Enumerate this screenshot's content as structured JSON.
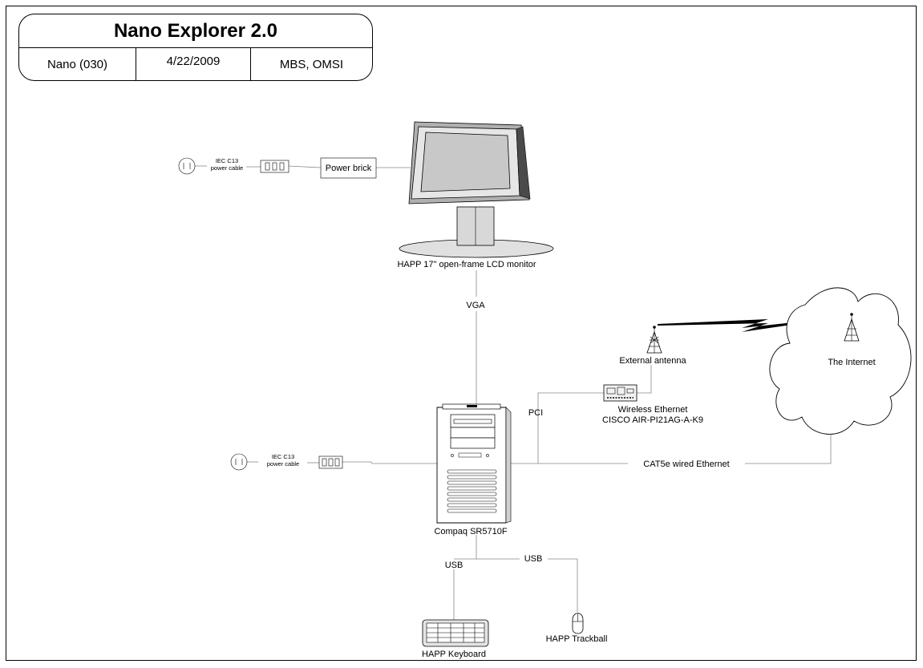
{
  "title_block": {
    "title": "Nano Explorer 2.0",
    "code": "Nano (030)",
    "date": "4/22/2009",
    "author": "MBS, OMSI"
  },
  "nodes": {
    "power_cable_top": {
      "line1": "IEC C13",
      "line2": "power cable"
    },
    "power_brick": "Power brick",
    "monitor": "HAPP 17\" open-frame LCD monitor",
    "external_antenna": "External antenna",
    "internet": "The Internet",
    "wireless_line1": "Wireless Ethernet",
    "wireless_line2": "CISCO AIR-PI21AG-A-K9",
    "power_cable_bottom": {
      "line1": "IEC C13",
      "line2": "power cable"
    },
    "computer": "Compaq SR5710F",
    "keyboard": "HAPP Keyboard",
    "trackball": "HAPP Trackball"
  },
  "connections": {
    "vga": "VGA",
    "pci": "PCI",
    "cat5e": "CAT5e wired Ethernet",
    "usb_keyboard": "USB",
    "usb_trackball": "USB"
  },
  "colors": {
    "line": "#000000",
    "cloud_fill": "#ffffff",
    "screen_grey": "#c8c8c8",
    "monitor_dark": "#4a4a4a"
  }
}
